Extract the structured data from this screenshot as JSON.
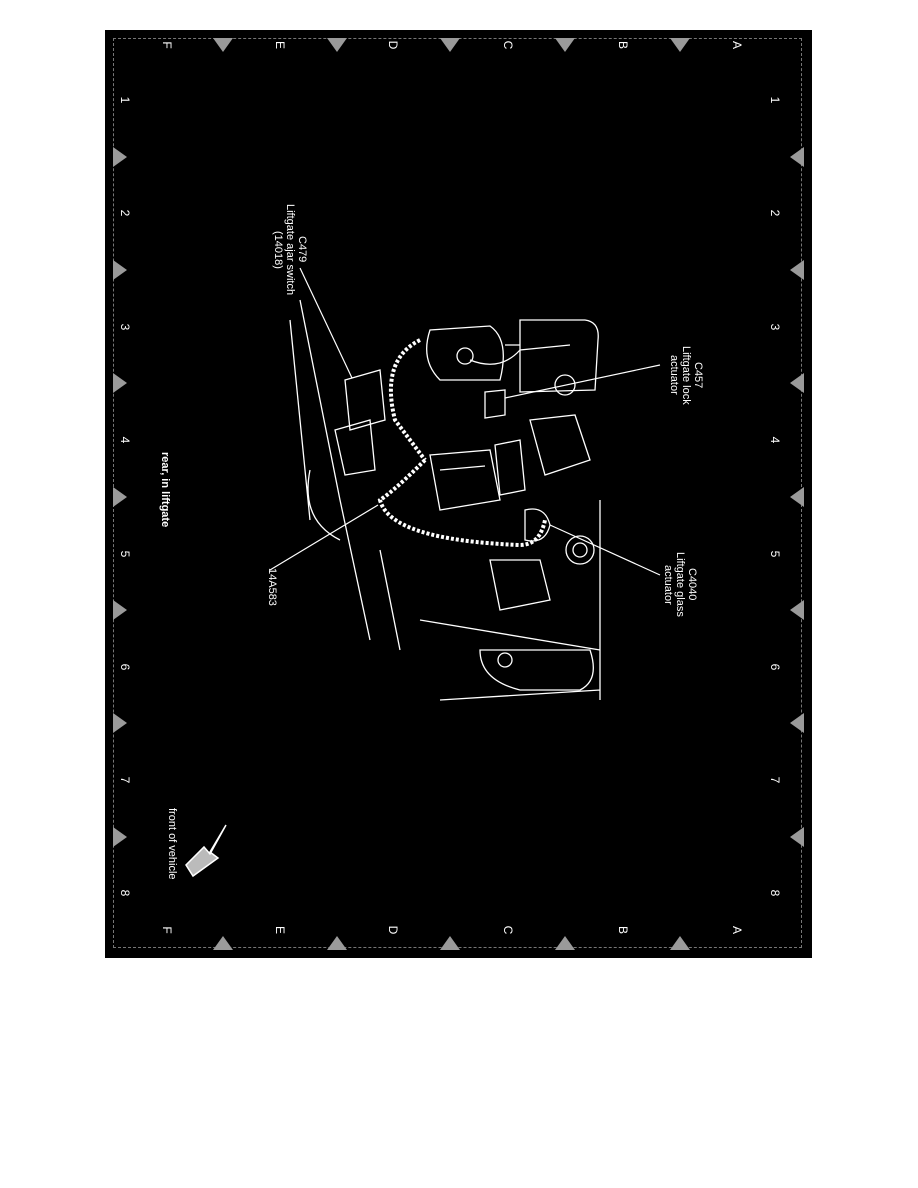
{
  "grid": {
    "rows": [
      "A",
      "B",
      "C",
      "D",
      "E",
      "F"
    ],
    "columns": [
      "1",
      "2",
      "3",
      "4",
      "5",
      "6",
      "7",
      "8"
    ]
  },
  "callouts": {
    "c457": "C457\nLiftgate lock\nactuator",
    "c4040": "C4040\nLiftgate glass\nactuator",
    "c479": "C479\nLiftgate ajar switch\n(14018)",
    "harness": "14A583"
  },
  "caption": "rear, in liftgate",
  "orientation": "front of vehicle",
  "colors": {
    "background": "#000000",
    "line": "#ffffff",
    "marker": "#9a9a9a"
  }
}
